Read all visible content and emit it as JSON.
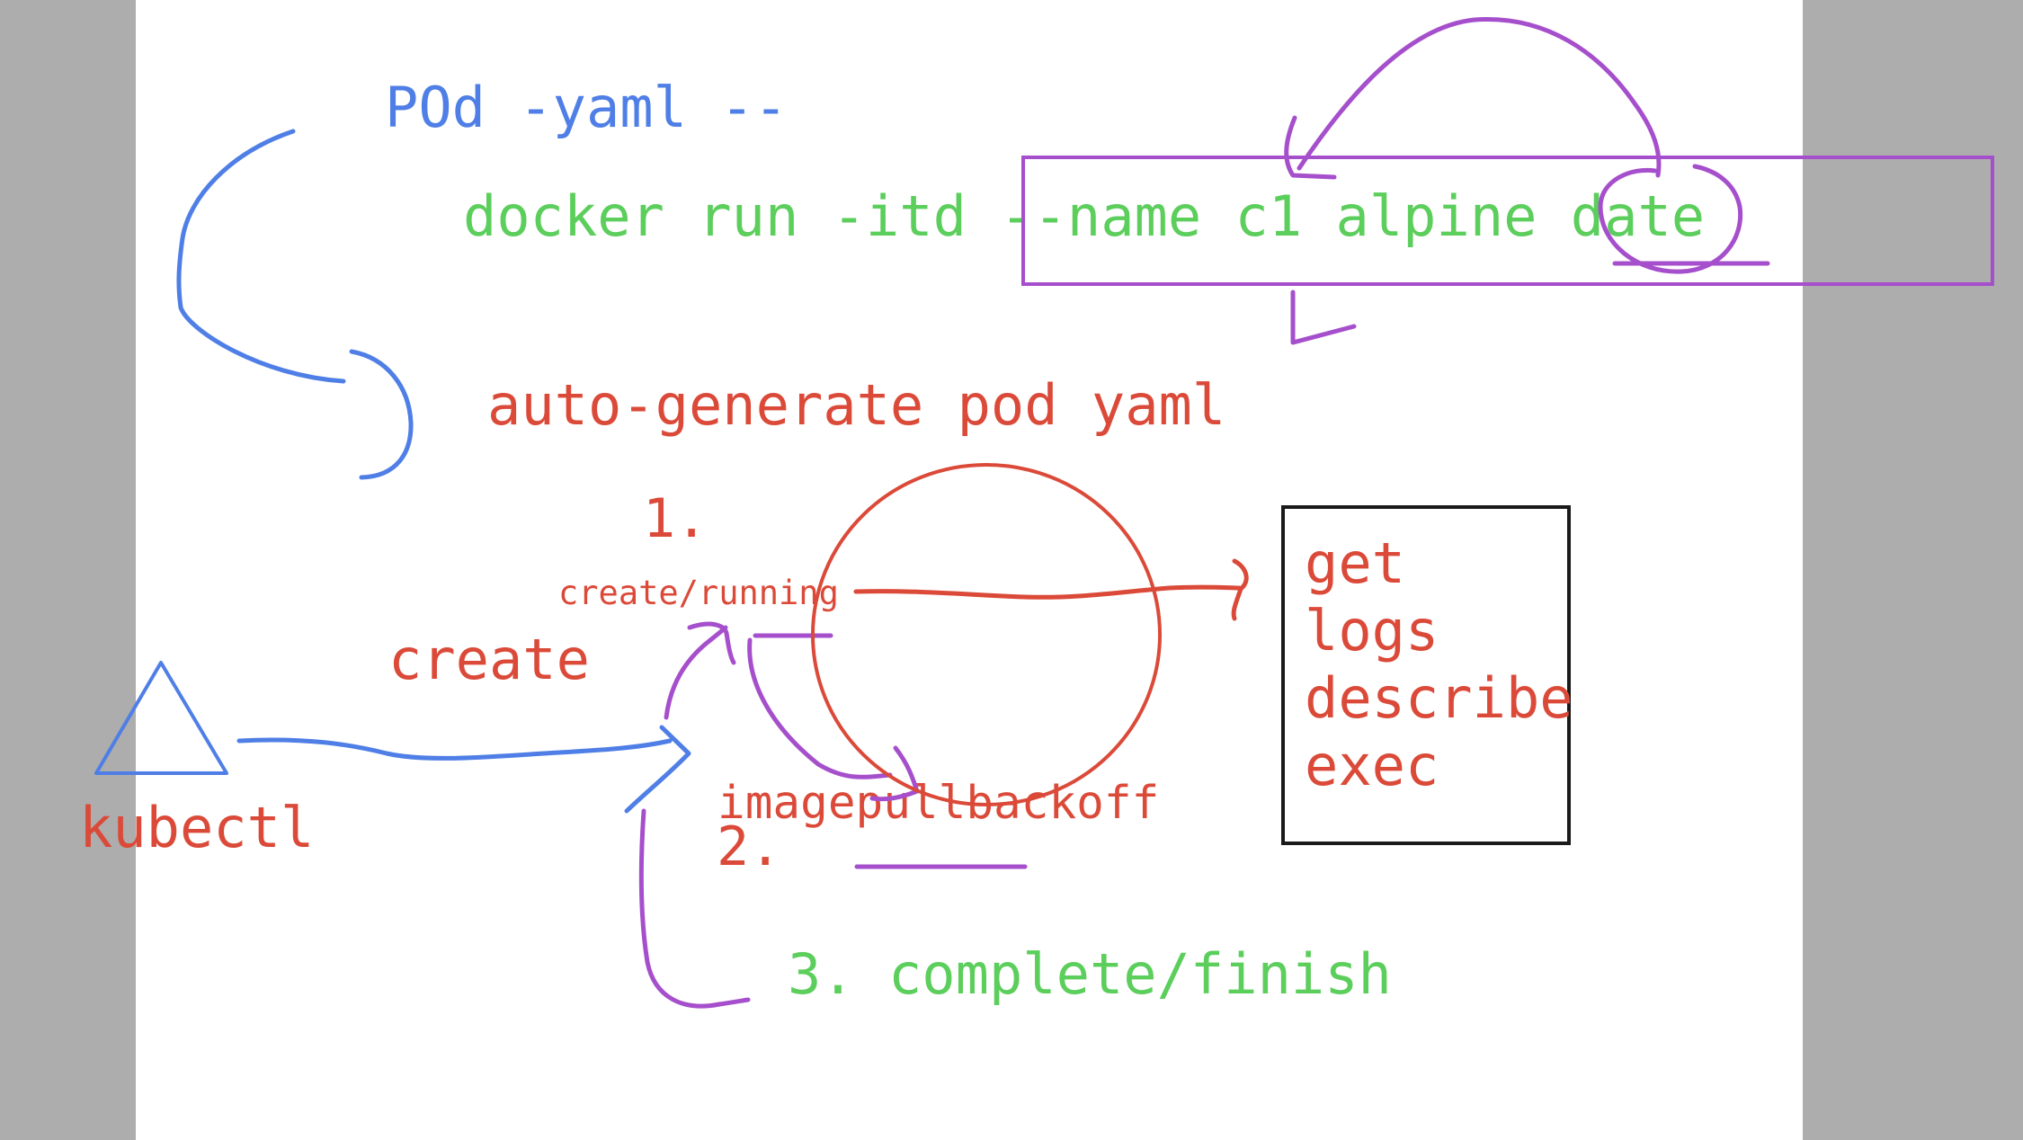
{
  "colors": {
    "side_bar": "#adadad",
    "canvas": "#ffffff",
    "blue": "#4f7fe6",
    "green": "#5cce5c",
    "red": "#db4a39",
    "purple": "#a64fcc",
    "black": "#1a1a1a"
  },
  "texts": {
    "pod_yaml": "POd -yaml --",
    "docker_cmd": "docker run -itd --name c1 alpine date",
    "auto_generate": "auto-generate pod yaml",
    "step1_number": "1.",
    "step1_label": "create/running",
    "create_label": "create",
    "kubectl_label": "kubectl",
    "step2_label": "imagepullbackoff",
    "step2_number": "2.",
    "step3_label": "3. complete/finish",
    "commands": [
      "get",
      "logs",
      "describe",
      "exec"
    ]
  },
  "icons": {
    "kubectl": "triangle-icon"
  }
}
